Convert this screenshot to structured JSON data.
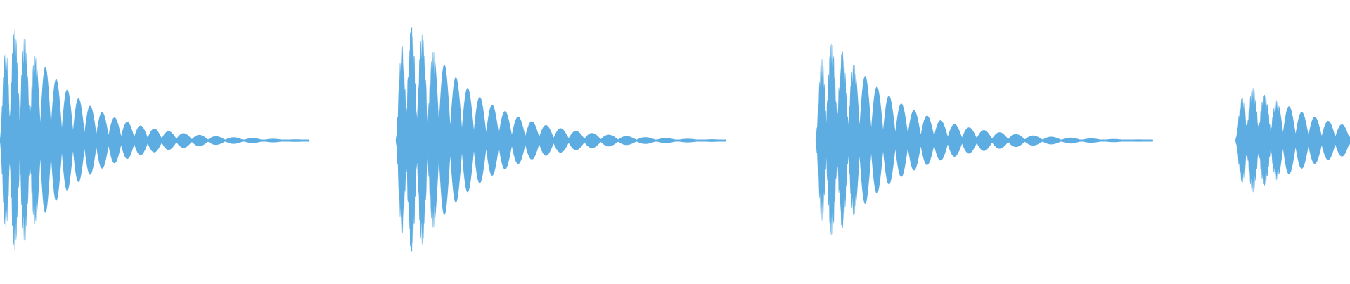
{
  "waveform": {
    "color": "#5DADE2",
    "background": "#FFFFFF",
    "bursts": [
      {
        "id": "burst-1",
        "peak_amplitude": 0.97,
        "decay": "long",
        "visible": "full"
      },
      {
        "id": "burst-2",
        "peak_amplitude": 1.0,
        "decay": "long",
        "visible": "full"
      },
      {
        "id": "burst-3",
        "peak_amplitude": 0.85,
        "decay": "long",
        "visible": "full"
      },
      {
        "id": "burst-4",
        "peak_amplitude": 0.45,
        "decay": "long",
        "visible": "cut-off-right"
      }
    ]
  }
}
